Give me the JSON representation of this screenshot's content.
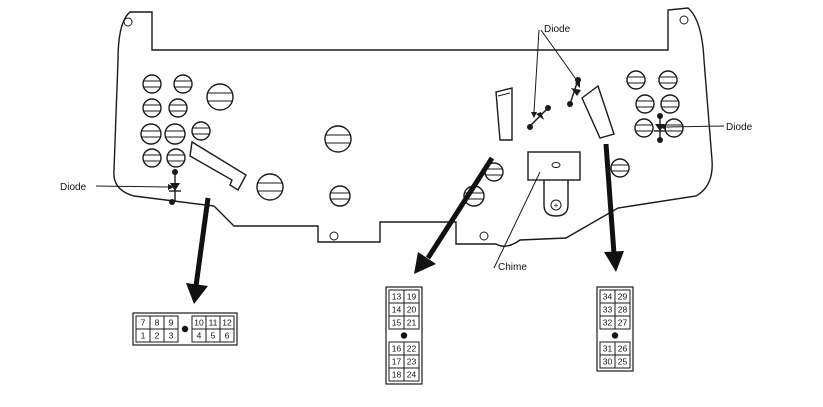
{
  "labels": {
    "diode_top": "Diode",
    "diode_left": "Diode",
    "diode_right": "Diode",
    "chime": "Chime"
  },
  "connectors": {
    "left": {
      "top_row": [
        "7",
        "8",
        "9",
        "",
        "10",
        "11",
        "12"
      ],
      "bottom_row": [
        "1",
        "2",
        "3",
        "",
        "4",
        "5",
        "6"
      ]
    },
    "middle": {
      "rows": [
        [
          "13",
          "19"
        ],
        [
          "14",
          "20"
        ],
        [
          "15",
          "21"
        ],
        [
          "",
          ""
        ],
        [
          "16",
          "22"
        ],
        [
          "17",
          "23"
        ],
        [
          "18",
          "24"
        ]
      ]
    },
    "right": {
      "rows": [
        [
          "34",
          "29"
        ],
        [
          "33",
          "28"
        ],
        [
          "32",
          "27"
        ],
        [
          "",
          ""
        ],
        [
          "31",
          "26"
        ],
        [
          "30",
          "25"
        ]
      ]
    }
  },
  "chime_symbol": "+"
}
